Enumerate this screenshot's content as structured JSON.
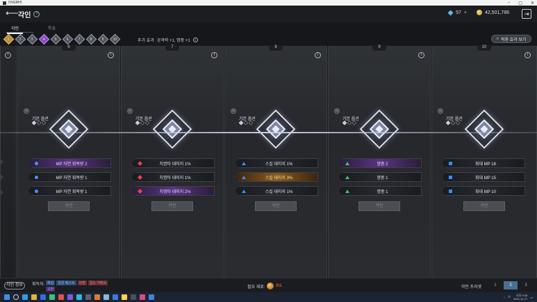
{
  "os": {
    "app_name": "OVERHI",
    "window_controls": [
      "−",
      "▢",
      "✕"
    ]
  },
  "header": {
    "title": "각인",
    "help_glyph": "?",
    "back_glyph": "⟵",
    "gem_count": "57",
    "gem_plus": "+",
    "gold_amount": "42,501,786",
    "exit_glyph": "⇥"
  },
  "tabs": [
    {
      "label": "각인",
      "active": true
    },
    {
      "label": "특화",
      "active": false
    }
  ],
  "stages": [
    {
      "label": "1",
      "state": "done"
    },
    {
      "label": "2",
      "state": "pending"
    },
    {
      "label": "3",
      "state": "pending"
    },
    {
      "label": "4",
      "state": "current"
    },
    {
      "label": "5",
      "state": "pending"
    },
    {
      "label": "6",
      "state": "pending"
    },
    {
      "label": "7",
      "state": "pending"
    },
    {
      "label": "8",
      "state": "pending"
    },
    {
      "label": "9",
      "state": "pending"
    },
    {
      "label": "10",
      "state": "pending"
    }
  ],
  "effect_summary": {
    "label": "추가 효과",
    "value": "공격력 +1, 명중 +1"
  },
  "view_effect_button": "적용 효과 보기",
  "panels": [
    {
      "number": "6",
      "base_option_label": "기본 옵션",
      "options": [
        {
          "text": "MP 자연 회복량 2",
          "icon": "circle",
          "style": "purple"
        },
        {
          "text": "MP 자연 회복량 1",
          "icon": "circle",
          "style": "normal"
        },
        {
          "text": "MP 자연 회복량 1",
          "icon": "circle",
          "style": "normal"
        }
      ],
      "button": "각인"
    },
    {
      "number": "7",
      "base_option_label": "기본 옵션",
      "options": [
        {
          "text": "치명타 대미지 1%",
          "icon": "diamond",
          "style": "normal"
        },
        {
          "text": "치명타 대미지 1%",
          "icon": "diamond",
          "style": "normal"
        },
        {
          "text": "치명타 대미지 2%",
          "icon": "diamond",
          "style": "purple"
        }
      ],
      "button": "각인"
    },
    {
      "number": "8",
      "base_option_label": "기본 옵션",
      "options": [
        {
          "text": "스킬 대미지 1%",
          "icon": "triangle",
          "style": "normal"
        },
        {
          "text": "스킬 대미지 3%",
          "icon": "triangle",
          "style": "orange"
        },
        {
          "text": "스킬 대미지 1%",
          "icon": "triangle",
          "style": "normal"
        }
      ],
      "button": "각인"
    },
    {
      "number": "9",
      "base_option_label": "기본 옵션",
      "options": [
        {
          "text": "명중 2",
          "icon": "triangle-green",
          "style": "purple"
        },
        {
          "text": "명중 1",
          "icon": "triangle-green",
          "style": "normal"
        },
        {
          "text": "명중 1",
          "icon": "triangle-green",
          "style": "normal"
        }
      ],
      "button": "각인"
    },
    {
      "number": "10",
      "base_option_label": "기본 옵션",
      "options": [
        {
          "text": "최대 MP 18",
          "icon": "square",
          "style": "normal"
        },
        {
          "text": "최대 MP 15",
          "icon": "square",
          "style": "normal"
        },
        {
          "text": "최대 MP 10",
          "icon": "square",
          "style": "normal"
        }
      ],
      "button": "각인"
    }
  ],
  "bottom": {
    "info_button": "각인 정보",
    "acquire_label": "획득처:",
    "acquire_tags": [
      {
        "text": "채집",
        "color": "blue"
      },
      {
        "text": "일일 퀘스트",
        "color": "blue"
      },
      {
        "text": "상점",
        "color": "red"
      },
      {
        "text": "길드 거래소",
        "color": "red"
      },
      {
        "text": "교환",
        "color": "purple"
      }
    ],
    "required_label": "필요 재료:",
    "required_count": "0/1",
    "preset_label": "각인 프리셋",
    "presets": [
      {
        "label": "1",
        "active": false
      },
      {
        "label": "2",
        "active": true
      },
      {
        "label": "3",
        "active": false
      }
    ]
  },
  "taskbar": {
    "time": "오후 9:28",
    "date": "2024-12-17",
    "lang": "가"
  }
}
